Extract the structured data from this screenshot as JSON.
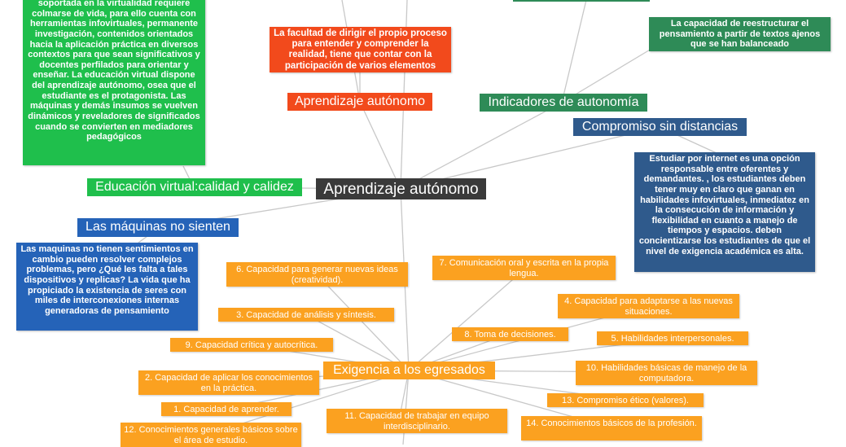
{
  "central": "Aprendizaje autónomo",
  "branches": {
    "educacion": {
      "title": "Educación virtual:calidad y calidez",
      "note": "soportada en la virtualidad requiere colmarse de vida, para ello cuenta con herramientas infovirtuales, permanente investigación, contenidos orientados hacia la aplicación práctica en diversos contextos para que sean significativos y docentes perfilados para orientar y enseñar. La educación virtual dispone del aprendizaje autónomo, osea que el estudiante es el protagonista. Las máquinas y demás insumos se vuelven dinámicos y reveladores de significados cuando se convierten en mediadores pedagógicos"
    },
    "aprendizaje": {
      "title": "Aprendizaje autónomo",
      "note": "La facultad de dirigir el propio proceso para entender y comprender la realidad, tiene que contar con la participación de varios elementos"
    },
    "indicadores": {
      "title": "Indicadores de autonomía",
      "note": "La capacidad de reestructurar el pensamiento a partir de textos ajenos que se han balanceado"
    },
    "compromiso": {
      "title": "Compromiso sin distancias",
      "note": "Estudiar por internet es una opción responsable entre oferentes y demandantes. , los estudiantes deben tener muy en claro que ganan en habilidades infovirtuales, inmediatez en la consecución de información y flexibilidad en cuanto a manejo de tiempos y espacios. deben concientizarse los estudiantes de que el nivel de exigencia académica es alta."
    },
    "maquinas": {
      "title": "Las máquinas no sienten",
      "note": "Las maquinas no tienen sentimientos en cambio pueden  resolver complejos problemas, pero ¿Qué les falta a tales dispositivos y replicas? La vida que ha propiciado la existencia de seres con miles de interconexiones internas generadoras de pensamiento"
    },
    "exigencia": {
      "title": "Exigencia a los  egresados",
      "items": [
        "6. Capacidad para generar nuevas ideas (creatividad).",
        "3. Capacidad de análisis y síntesis.",
        "9. Capacidad crítica y autocrítica.",
        "2. Capacidad de aplicar los conocimientos en la práctica.",
        "1. Capacidad de aprender.",
        "12. Conocimientos generales básicos sobre el área de estudio.",
        "11. Capacidad de trabajar en equipo interdisciplinario.",
        "7. Comunicación oral y escrita en la propia lengua.",
        "8. Toma de decisiones.",
        "4. Capacidad para adaptarse a las nuevas situaciones.",
        "5. Habilidades interpersonales.",
        "10. Habilidades básicas de manejo de la computadora.",
        "13. Compromiso ético (valores).",
        "14. Conocimientos básicos de la profesión."
      ]
    }
  }
}
